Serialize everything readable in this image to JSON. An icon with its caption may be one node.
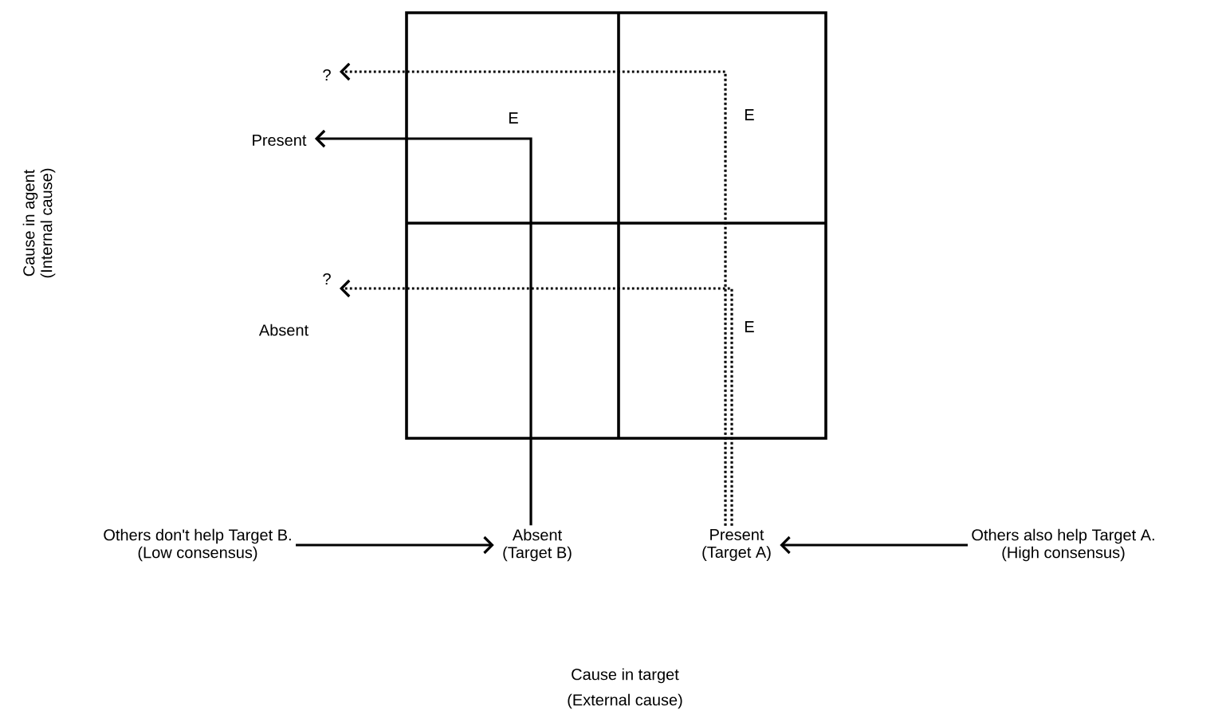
{
  "diagram": {
    "nodes": [
      {
        "text": [
          "?"
        ]
      },
      {
        "text": [
          "Present"
        ]
      },
      {
        "text": [
          "?"
        ]
      },
      {
        "text": [
          "Others don't help Target B.",
          "(Low consensus)"
        ]
      },
      {
        "text": [
          "Absent",
          "(Target B)"
        ]
      },
      {
        "text": [
          "Present",
          "(Target A)"
        ]
      },
      {
        "text": [
          "Others also help Target A.",
          "(High consensus)"
        ]
      }
    ],
    "edges": [
      {
        "from": 3,
        "to": 4,
        "arrow": "to"
      },
      {
        "from": 6,
        "to": 5,
        "arrow": "to"
      },
      {
        "from": 4,
        "to": 1,
        "arrow": "to"
      },
      {
        "from": 5,
        "to": 0,
        "arrow": "to",
        "style": "dashed"
      },
      {
        "from": 5,
        "to": 2,
        "arrow": "to",
        "style": "dashed"
      }
    ],
    "labels": [
      "Cause in agent",
      "(Internal cause)",
      "E",
      "E",
      "Absent",
      "E",
      "Cause in target",
      "(External cause)"
    ]
  }
}
